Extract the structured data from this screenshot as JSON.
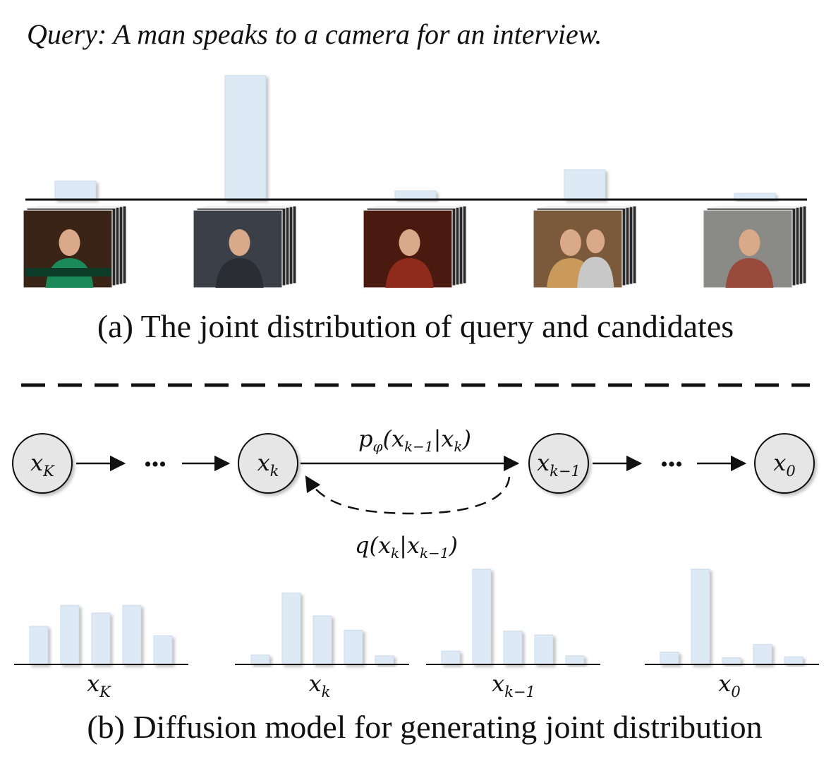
{
  "query_text": "Query:  A man speaks to a camera for an interview.",
  "part_a": {
    "caption": "(a) The joint distribution of query and candidates",
    "candidate_scores": [
      0.15,
      1.0,
      0.07,
      0.24,
      0.05
    ],
    "thumbnails": [
      {
        "icon": "interview-woman-thumbnail",
        "bg": "#3a2416",
        "accent": "#1a8a5a"
      },
      {
        "icon": "interview-man-suit-thumbnail",
        "bg": "#3b3f47",
        "accent": "#2a2d33"
      },
      {
        "icon": "man-street-red-scarf-thumbnail",
        "bg": "#4a1a10",
        "accent": "#8e2b1a"
      },
      {
        "icon": "two-men-studio-thumbnail",
        "bg": "#7a5a3a",
        "accent": "#c99a5a"
      },
      {
        "icon": "man-beanie-outdoor-thumbnail",
        "bg": "#8a8a86",
        "accent": "#9a4a3a"
      }
    ]
  },
  "part_b": {
    "caption": "(b) Diffusion model for generating joint distribution",
    "nodes": {
      "xK": {
        "base": "x",
        "sub": "K"
      },
      "xk": {
        "base": "x",
        "sub": "k"
      },
      "xk1": {
        "base": "x",
        "sub": "k−1"
      },
      "x0": {
        "base": "x",
        "sub": "0"
      }
    },
    "ellipsis": "•••",
    "forward_label": "p",
    "forward_label_sub": "φ",
    "forward_label_args": "(x",
    "forward_label_args_sub1": "k−1",
    "forward_label_args_mid": "|x",
    "forward_label_args_sub2": "k",
    "forward_label_close": ")",
    "reverse_label": "q(x",
    "reverse_label_sub1": "k",
    "reverse_label_mid": "|x",
    "reverse_label_sub2": "k−1",
    "reverse_label_close": ")",
    "histograms": [
      {
        "label_base": "x",
        "label_sub": "K",
        "values": [
          0.4,
          0.62,
          0.54,
          0.62,
          0.3
        ]
      },
      {
        "label_base": "x",
        "label_sub": "k",
        "values": [
          0.1,
          0.75,
          0.51,
          0.36,
          0.09
        ]
      },
      {
        "label_base": "x",
        "label_sub": "k−1",
        "values": [
          0.14,
          1.0,
          0.35,
          0.31,
          0.09
        ]
      },
      {
        "label_base": "x",
        "label_sub": "0",
        "values": [
          0.13,
          1.0,
          0.07,
          0.21,
          0.08
        ]
      }
    ]
  },
  "colors": {
    "bar_fill": "#dde9f5",
    "node_fill": "#e6e6e6",
    "line": "#111111"
  }
}
